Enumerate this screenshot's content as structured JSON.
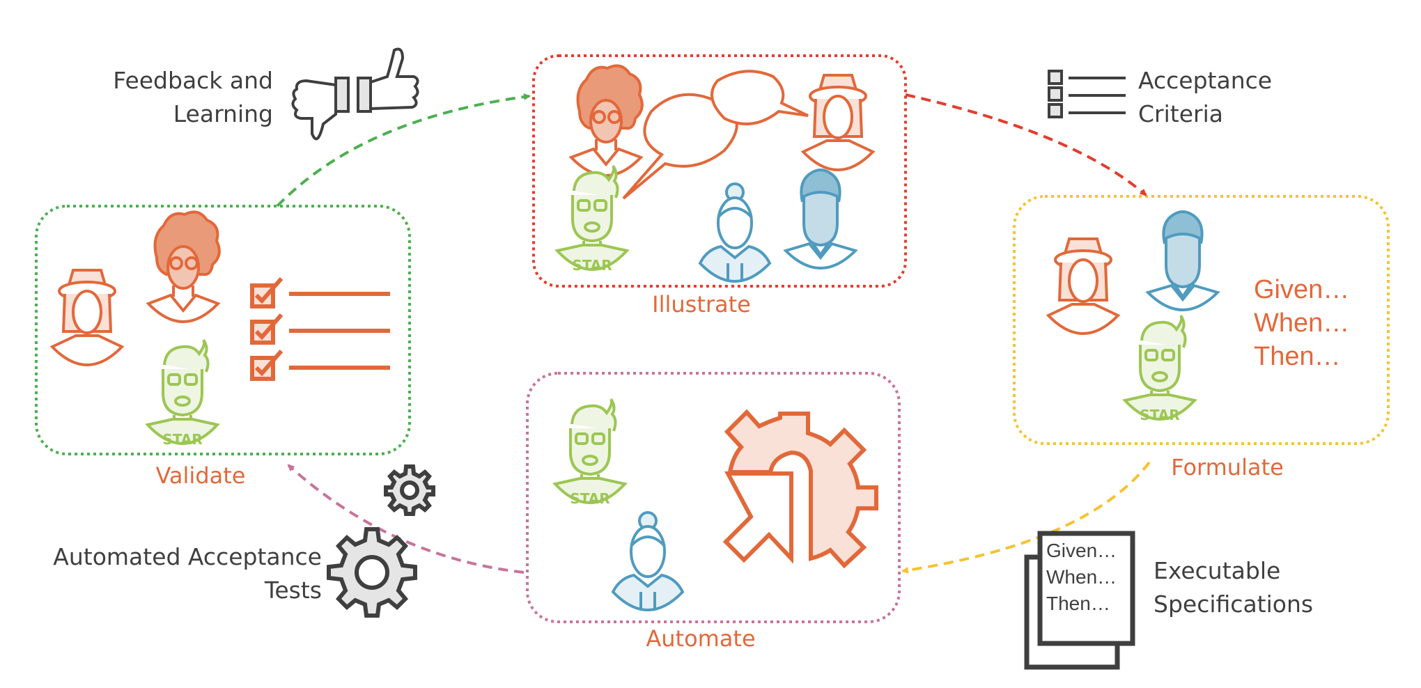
{
  "stages": {
    "illustrate": {
      "label": "Illustrate",
      "border_color": "#e53b2c"
    },
    "formulate": {
      "label": "Formulate",
      "border_color": "#f5c230"
    },
    "automate": {
      "label": "Automate",
      "border_color": "#c8739a"
    },
    "validate": {
      "label": "Validate",
      "border_color": "#4caf50"
    }
  },
  "artifacts": {
    "feedback": {
      "line1": "Feedback and",
      "line2": "Learning",
      "icon": "thumbs-up-down-icon"
    },
    "acceptance_criteria": {
      "line1": "Acceptance",
      "line2": "Criteria",
      "icon": "checklist-icon"
    },
    "executable_specs": {
      "line1": "Executable",
      "line2": "Specifications",
      "icon": "document-stack-icon",
      "doc_lines": [
        "Given…",
        "When…",
        "Then…"
      ]
    },
    "automated_tests": {
      "line1": "Automated Acceptance",
      "line2": "Tests",
      "icon": "gears-icon"
    }
  },
  "formulate_text": {
    "given": "Given…",
    "when": "When…",
    "then": "Then…"
  },
  "colors": {
    "accent_orange": "#e2683a",
    "persona_green": "#9cc653",
    "persona_blue": "#4f9bbf",
    "text_gray": "#3f3f3f"
  },
  "persona_badge": "STAR"
}
